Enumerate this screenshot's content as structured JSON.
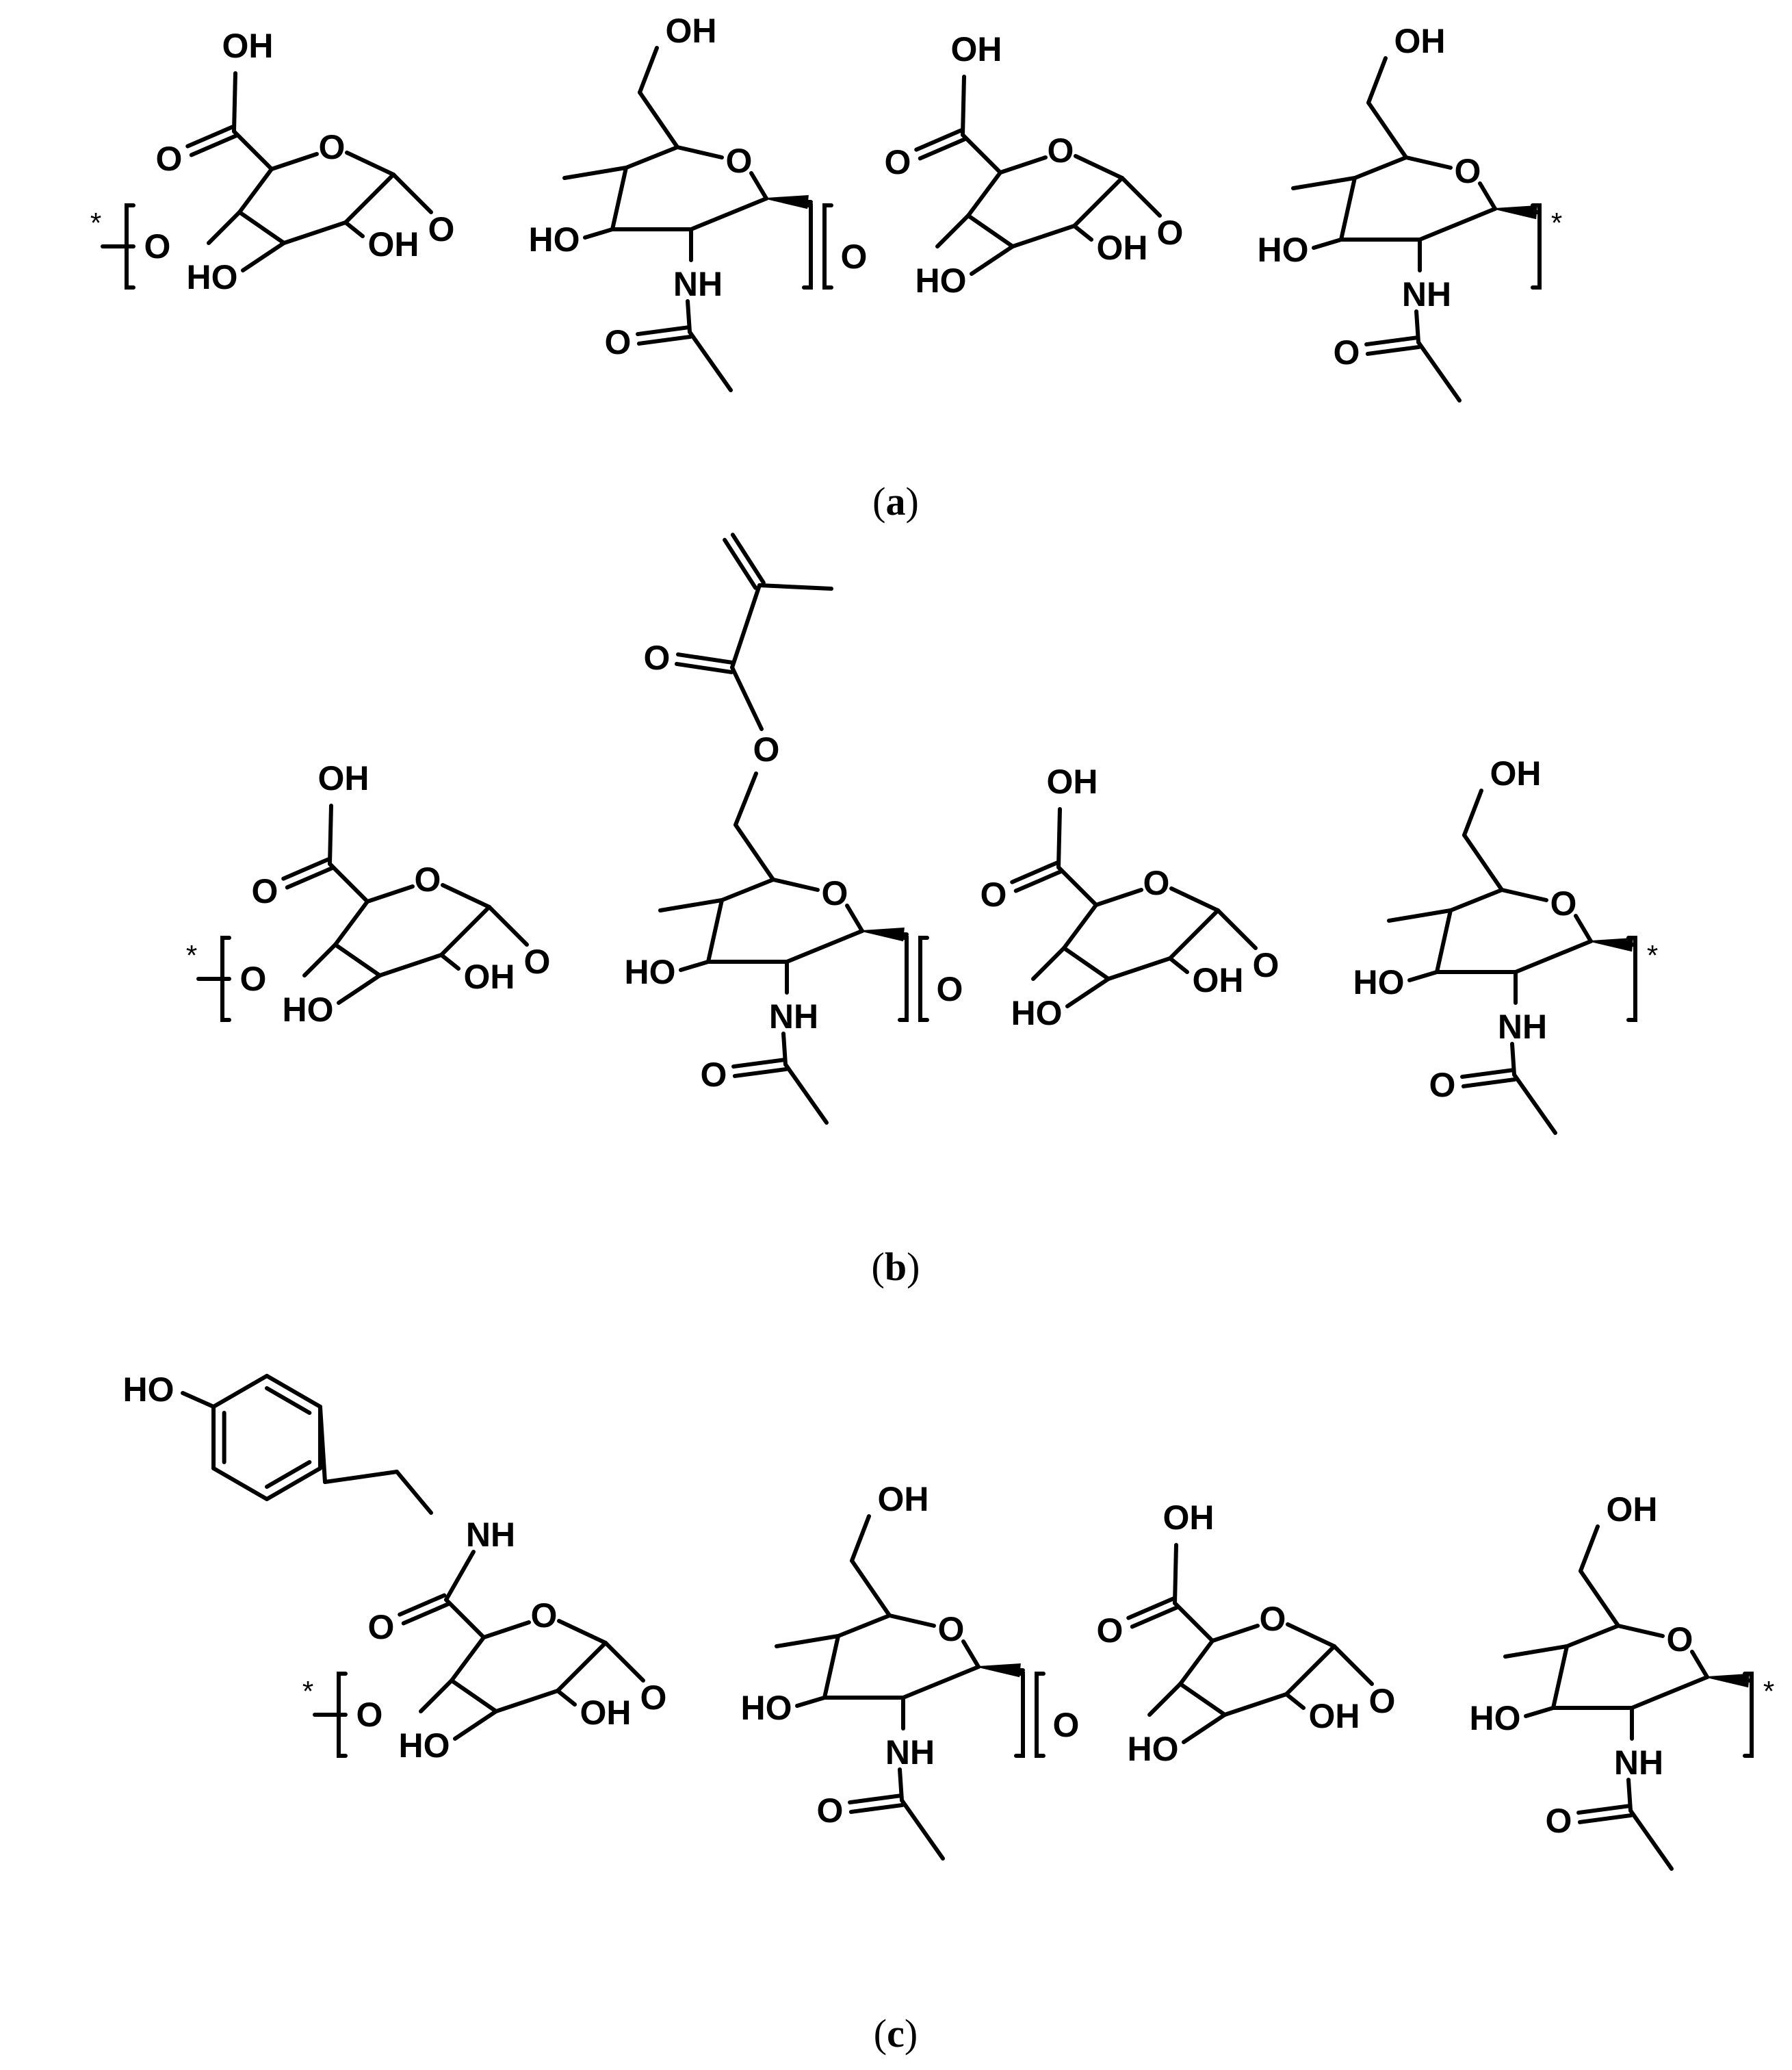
{
  "atoms": {
    "OH": "OH",
    "HO": "HO",
    "O": "O",
    "NH": "NH",
    "star": "*"
  },
  "panels": [
    {
      "id": "a",
      "label": "a"
    },
    {
      "id": "b",
      "label": "b"
    },
    {
      "id": "c",
      "label": "c"
    }
  ],
  "colors": {
    "ink": "#000000",
    "background": "#ffffff"
  }
}
